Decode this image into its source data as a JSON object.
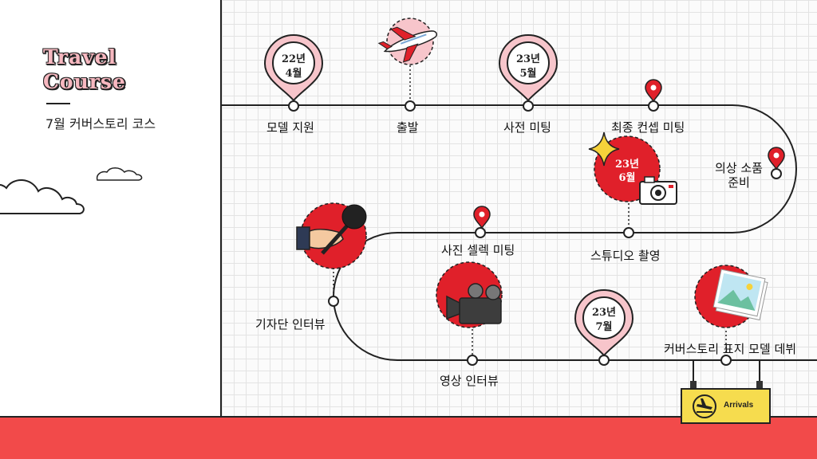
{
  "sidebar": {
    "title_line1": "Travel",
    "title_line2": "Course",
    "subtitle": "7월 커버스토리 코스"
  },
  "route": {
    "dates": {
      "d1_year": "22년",
      "d1_month": "4월",
      "d2_year": "23년",
      "d2_month": "5월",
      "d3_year": "23년",
      "d3_month": "6월",
      "d4_year": "23년",
      "d4_month": "7월"
    },
    "stops": {
      "model_support": "모델 지원",
      "departure": "출발",
      "pre_meeting": "사전 미팅",
      "final_concept_meeting": "최종 컨셉 미팅",
      "costume_props_line1": "의상 소품",
      "costume_props_line2": "준비",
      "studio_shoot": "스튜디오 촬영",
      "photo_select_meeting": "사진 셀렉 미팅",
      "press_interview": "기자단 인터뷰",
      "video_interview": "영상 인터뷰",
      "cover_model_debut": "커버스토리 표지 모델 데뷔"
    },
    "sign": "Arrivals"
  },
  "colors": {
    "accent_red": "#e0202a",
    "pin_pink": "#f7c5cb",
    "band_red": "#f24a4a",
    "sign_yellow": "#f6dc4e"
  },
  "icons": [
    "airplane-icon",
    "map-pin-icon",
    "sparkle-icon",
    "camera-icon",
    "microphone-icon",
    "video-camera-icon",
    "photo-icon",
    "arrivals-plane-icon",
    "cloud-icon"
  ]
}
